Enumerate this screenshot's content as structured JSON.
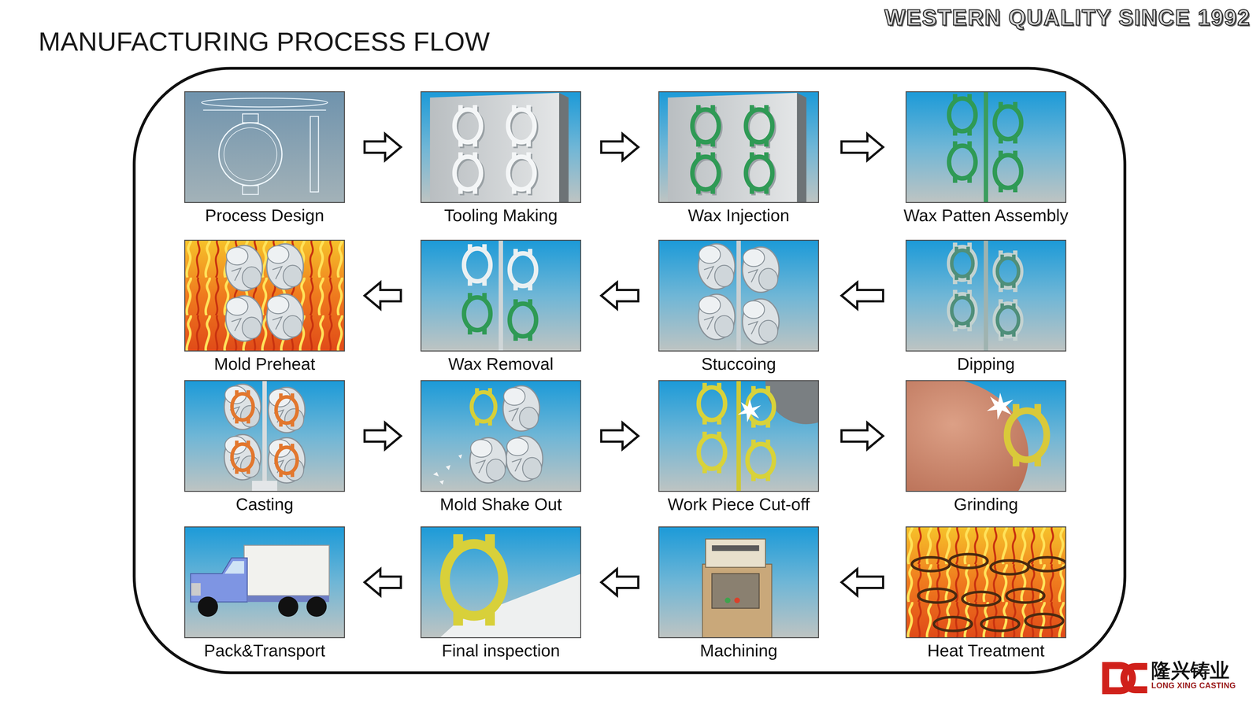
{
  "diagram": {
    "title": "MANUFACTURING PROCESS FLOW",
    "nodes": [
      {
        "text": [
          "Process Design"
        ]
      },
      {
        "text": [
          "Tooling Making"
        ]
      },
      {
        "text": [
          "Wax Injection"
        ]
      },
      {
        "text": [
          "Wax Patten Assembly"
        ]
      },
      {
        "text": [
          "Dipping"
        ]
      },
      {
        "text": [
          "Stuccoing"
        ]
      },
      {
        "text": [
          "Wax Removal"
        ]
      },
      {
        "text": [
          "Mold Preheat"
        ]
      },
      {
        "text": [
          "Casting"
        ]
      },
      {
        "text": [
          "Mold Shake Out"
        ]
      },
      {
        "text": [
          "Work Piece Cut-off"
        ]
      },
      {
        "text": [
          "Grinding"
        ]
      },
      {
        "text": [
          "Heat Treatment"
        ]
      },
      {
        "text": [
          "Machining"
        ]
      },
      {
        "text": [
          "Final inspection"
        ]
      },
      {
        "text": [
          "Pack&Transport"
        ]
      }
    ],
    "edges": [
      {
        "from": 0,
        "to": 1,
        "arrow": "to"
      },
      {
        "from": 1,
        "to": 2,
        "arrow": "to"
      },
      {
        "from": 2,
        "to": 3,
        "arrow": "to"
      },
      {
        "from": 4,
        "to": 5,
        "arrow": "to"
      },
      {
        "from": 5,
        "to": 6,
        "arrow": "to"
      },
      {
        "from": 6,
        "to": 7,
        "arrow": "to"
      },
      {
        "from": 8,
        "to": 9,
        "arrow": "to"
      },
      {
        "from": 9,
        "to": 10,
        "arrow": "to"
      },
      {
        "from": 10,
        "to": 11,
        "arrow": "to"
      },
      {
        "from": 12,
        "to": 13,
        "arrow": "to"
      },
      {
        "from": 13,
        "to": 14,
        "arrow": "to"
      },
      {
        "from": 14,
        "to": 15,
        "arrow": "to"
      }
    ],
    "labels": [
      "WESTERN QUALITY SINCE 1992",
      "隆兴铸业",
      "LONG XING CASTING"
    ]
  }
}
